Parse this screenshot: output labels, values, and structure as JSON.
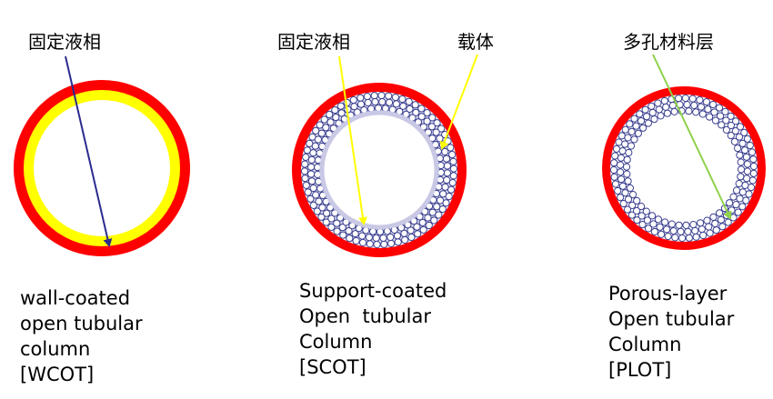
{
  "colors": {
    "tube_wall": "#ff0000",
    "liquid_film": "#ffff00",
    "support_particle": "#3a3f8f",
    "support_band": "#c9c9e6",
    "arrow_wcot": "#2b2b8f",
    "arrow_scot": "#ffff00",
    "arrow_plot": "#8ed14a"
  },
  "wcot": {
    "label_stationary": "固定液相",
    "caption": [
      "wall-coated",
      "open tubular",
      "column",
      "[WCOT]"
    ]
  },
  "scot": {
    "label_stationary": "固定液相",
    "label_support": "载体",
    "caption": [
      "Support-coated",
      "Open  tubular",
      "Column",
      "[SCOT]"
    ]
  },
  "plot": {
    "label_porous": "多孔材料层",
    "caption": [
      "Porous-layer",
      "Open tubular",
      "Column",
      "[PLOT]"
    ]
  }
}
